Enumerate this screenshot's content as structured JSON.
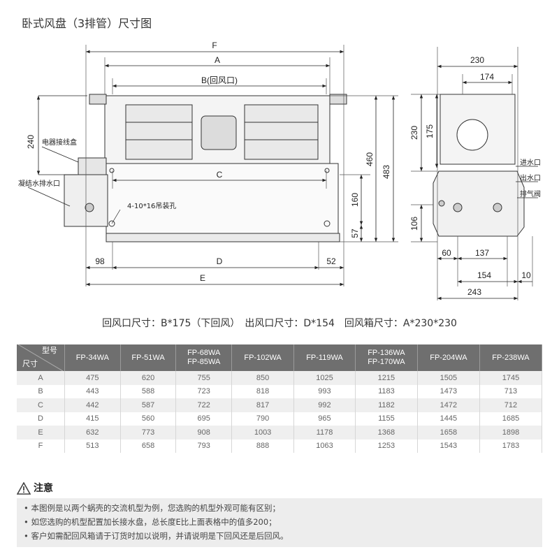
{
  "title": "卧式风盘（3排管）尺寸图",
  "drawing": {
    "dims": {
      "F": "F",
      "A": "A",
      "B": "B(回风口)",
      "C": "C",
      "D": "D",
      "E": "E",
      "h240": "240",
      "h460": "460",
      "h483": "483",
      "h160": "160",
      "h57": "57",
      "w98": "98",
      "w52": "52",
      "s230top": "230",
      "s174": "174",
      "s230side": "230",
      "s175": "175",
      "s106": "106",
      "s60": "60",
      "s137": "137",
      "s154": "154",
      "s10": "10",
      "s243": "243"
    },
    "labels": {
      "junction_box": "电器接线盒",
      "drain": "凝结水排水口",
      "holes": "4-10*16吊装孔",
      "inlet": "进水口",
      "outlet": "出水口",
      "vent": "排气阀"
    }
  },
  "summary": "回风口尺寸：B*175（下回风）　出风口尺寸：D*154　回风箱尺寸：A*230*230",
  "table": {
    "corner_top": "型号",
    "corner_bottom": "尺寸",
    "models": [
      "FP-34WA",
      "FP-51WA",
      "FP-68WA\nFP-85WA",
      "FP-102WA",
      "FP-119WA",
      "FP-136WA\nFP-170WA",
      "FP-204WA",
      "FP-238WA"
    ],
    "rows": [
      {
        "label": "A",
        "values": [
          "475",
          "620",
          "755",
          "850",
          "1025",
          "1215",
          "1505",
          "1745"
        ]
      },
      {
        "label": "B",
        "values": [
          "443",
          "588",
          "723",
          "818",
          "993",
          "1183",
          "1473",
          "713"
        ]
      },
      {
        "label": "C",
        "values": [
          "442",
          "587",
          "722",
          "817",
          "992",
          "1182",
          "1472",
          "712"
        ]
      },
      {
        "label": "D",
        "values": [
          "415",
          "560",
          "695",
          "790",
          "965",
          "1155",
          "1445",
          "1685"
        ]
      },
      {
        "label": "E",
        "values": [
          "632",
          "773",
          "908",
          "1003",
          "1178",
          "1368",
          "1658",
          "1898"
        ]
      },
      {
        "label": "F",
        "values": [
          "513",
          "658",
          "793",
          "888",
          "1063",
          "1253",
          "1543",
          "1783"
        ]
      }
    ]
  },
  "notes": {
    "heading": "注意",
    "items": [
      "本图例是以两个蜗壳的交流机型为例，您选购的机型外观可能有区别；",
      "如您选购的机型配置加长接水盘，总长度E比上面表格中的值多200；",
      "客户如需配回风箱请于订货时加以说明，并请说明是下回风还是后回风。"
    ]
  }
}
